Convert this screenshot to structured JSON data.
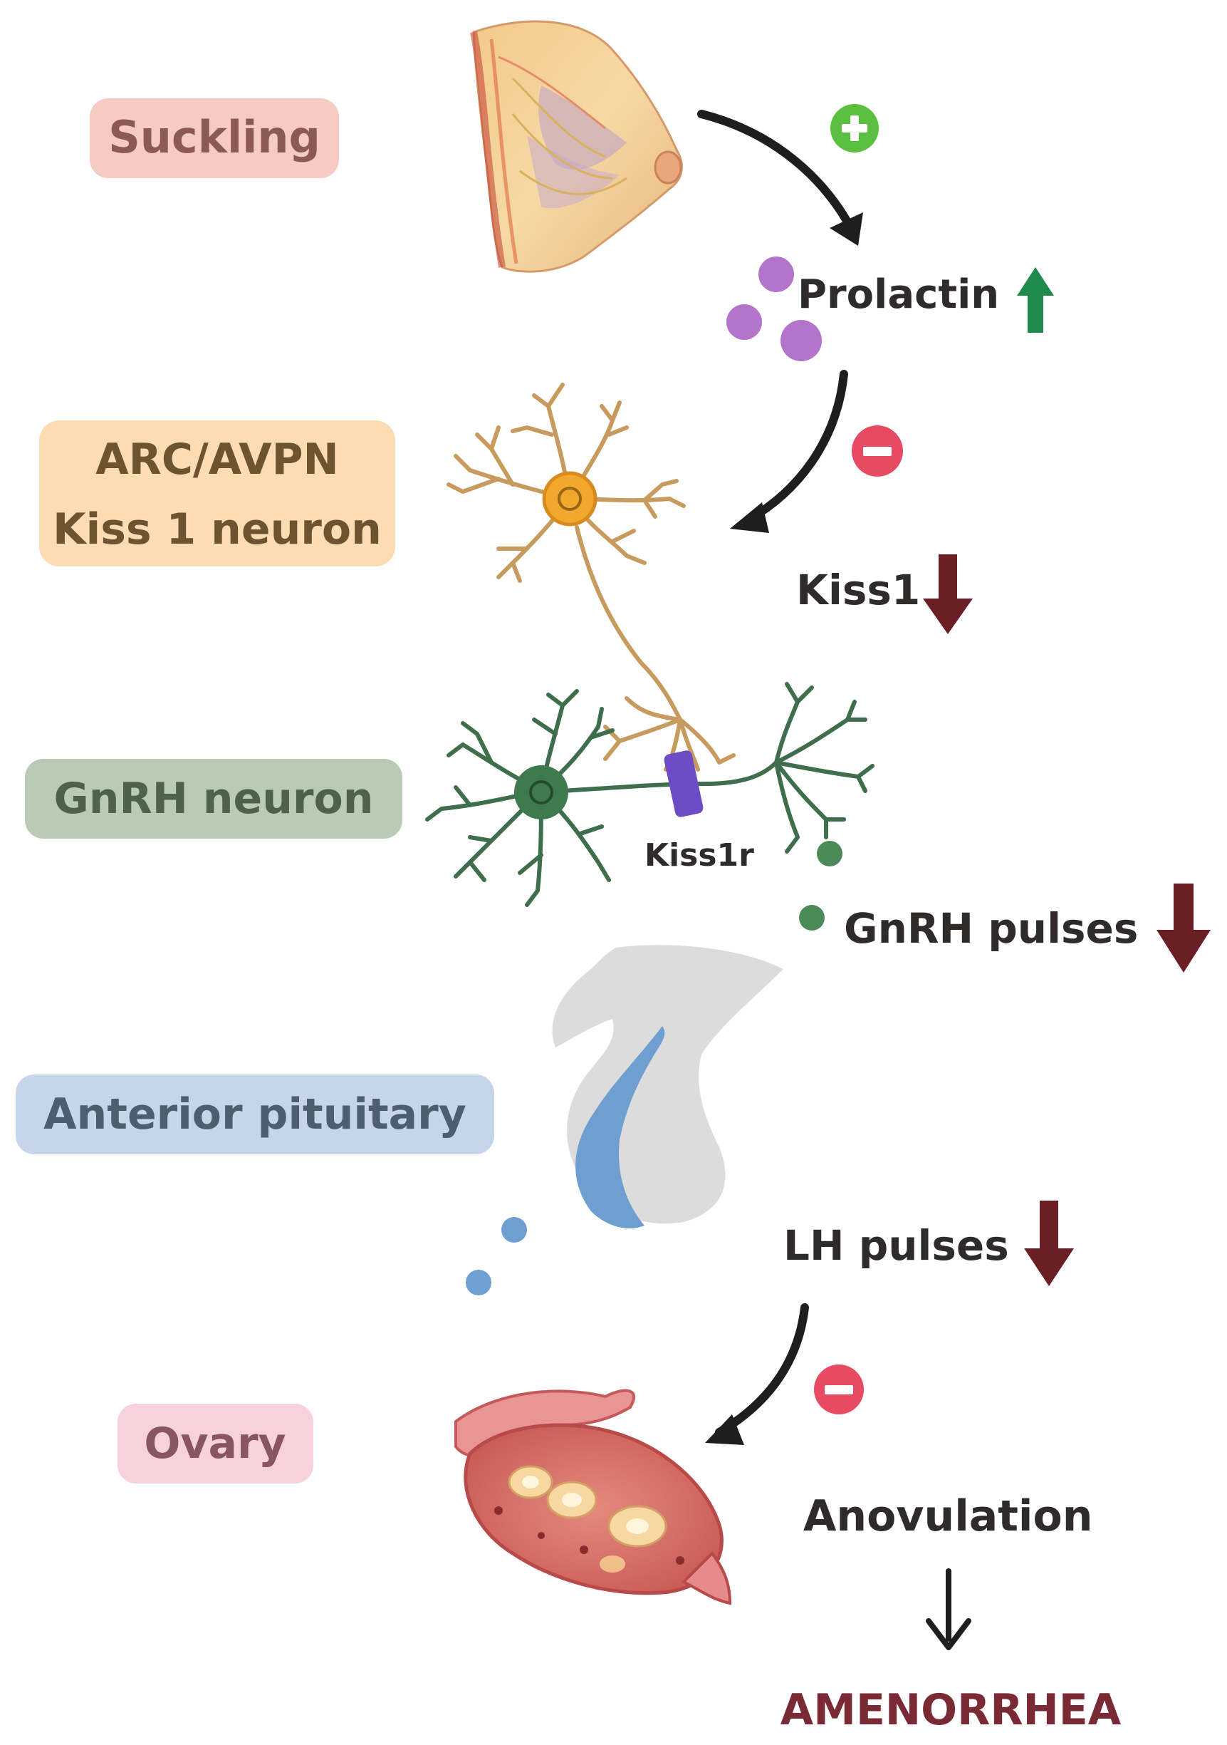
{
  "labels": {
    "suckling": "Suckling",
    "arc_line1": "ARC/AVPN",
    "arc_line2": "Kiss 1 neuron",
    "gnrh_neuron": "GnRH neuron",
    "anterior_pituitary": "Anterior pituitary",
    "ovary": "Ovary"
  },
  "pathway": {
    "prolactin": "Prolactin",
    "kiss1": "Kiss1",
    "kiss1r": "Kiss1r",
    "gnrh_pulses": "GnRH pulses",
    "lh_pulses": "LH pulses",
    "anovulation": "Anovulation",
    "outcome": "AMENORRHEA"
  },
  "signs": {
    "stimulate": "+",
    "inhibit": "−"
  },
  "colors": {
    "suckling_bg": "#f5cbc3",
    "suckling_text": "#8c5a52",
    "arc_bg": "#fbdcb3",
    "arc_text": "#6e5330",
    "gnrh_bg": "#b9cbb5",
    "gnrh_text": "#4e6249",
    "pituitary_bg": "#c6d5ea",
    "pituitary_text": "#4f5d70",
    "ovary_bg": "#f7d1dc",
    "ovary_text": "#8a5563",
    "text_dark": "#2f2b2b",
    "up_arrow": "#1f8a4c",
    "down_arrow": "#6b1f24",
    "plus_circle": "#5bbf3f",
    "minus_circle": "#e84a64",
    "outcome_text": "#7a2a35",
    "prolactin_dots": "#b574cc",
    "gnrh_dots": "#4c8a5a",
    "lh_dots": "#6f9fd0",
    "kiss_neuron": "#c79a5e",
    "gnrh_neuron_color": "#3f6e4c",
    "receptor": "#6c4cc4",
    "pituitary_gray": "#dcdcdc",
    "pituitary_blue": "#6f9fd0"
  },
  "icons": {
    "breast": "breast-illustration",
    "kiss_neuron": "neuron-icon",
    "gnrh_neuron": "neuron-icon",
    "pituitary": "pituitary-gland-icon",
    "ovary": "ovary-icon"
  }
}
